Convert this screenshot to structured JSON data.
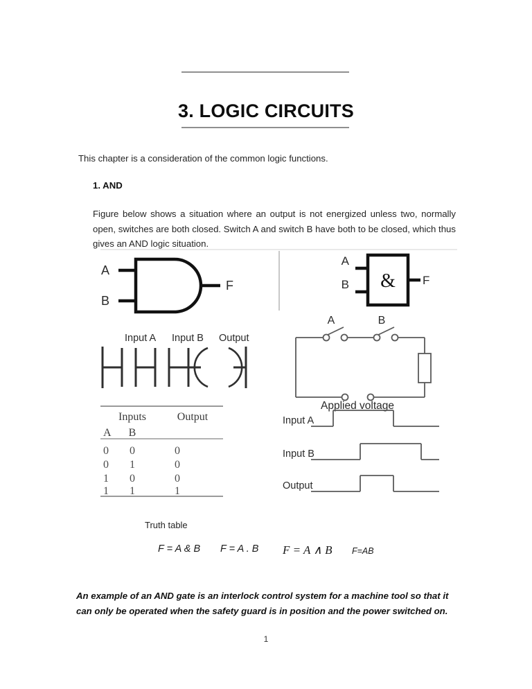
{
  "document": {
    "title": "3. LOGIC CIRCUITS",
    "page_number": "1",
    "intro": "This chapter is a consideration of the common logic functions.",
    "section_heading": "1. AND",
    "paragraph": "Figure below shows a situation where an output is not energized unless two, normally open, switches are both closed. Switch A and switch B have both to be closed, which thus gives an AND logic situation.",
    "closing_note": "An example of an AND gate is an interlock control system for a machine tool so that it can only be operated when the safety guard is in position and the power switched on."
  },
  "figure": {
    "caption": "Truth table",
    "gate_distinctive": {
      "input_a": "A",
      "input_b": "B",
      "output": "F"
    },
    "gate_iec": {
      "input_a": "A",
      "input_b": "B",
      "output": "F",
      "symbol": "&"
    },
    "ladder": {
      "label_input_a": "Input A",
      "label_input_b": "Input B",
      "label_output": "Output"
    },
    "switch_circuit": {
      "switch_a": "A",
      "switch_b": "B",
      "supply_label": "Applied voltage"
    },
    "timing": {
      "row_input_a": "Input A",
      "row_input_b": "Input B",
      "row_output": "Output"
    }
  },
  "truth_table": {
    "group_header_inputs": "Inputs",
    "group_header_output": "Output",
    "col_a": "A",
    "col_b": "B",
    "rows": [
      {
        "a": "0",
        "b": "0",
        "f": "0"
      },
      {
        "a": "0",
        "b": "1",
        "f": "0"
      },
      {
        "a": "1",
        "b": "0",
        "f": "0"
      },
      {
        "a": "1",
        "b": "1",
        "f": "1"
      }
    ]
  },
  "equations": {
    "eq1": "F = A & B",
    "eq2": "F = A . B",
    "eq3": "F = A ∧ B",
    "eq4": "F=AB"
  },
  "colors": {
    "ink": "#1a1a1a",
    "rule": "#8f8f8f",
    "figure_line": "#5a5a5a",
    "figure_line_bold": "#111111",
    "table_rule": "#9a9a9a"
  }
}
